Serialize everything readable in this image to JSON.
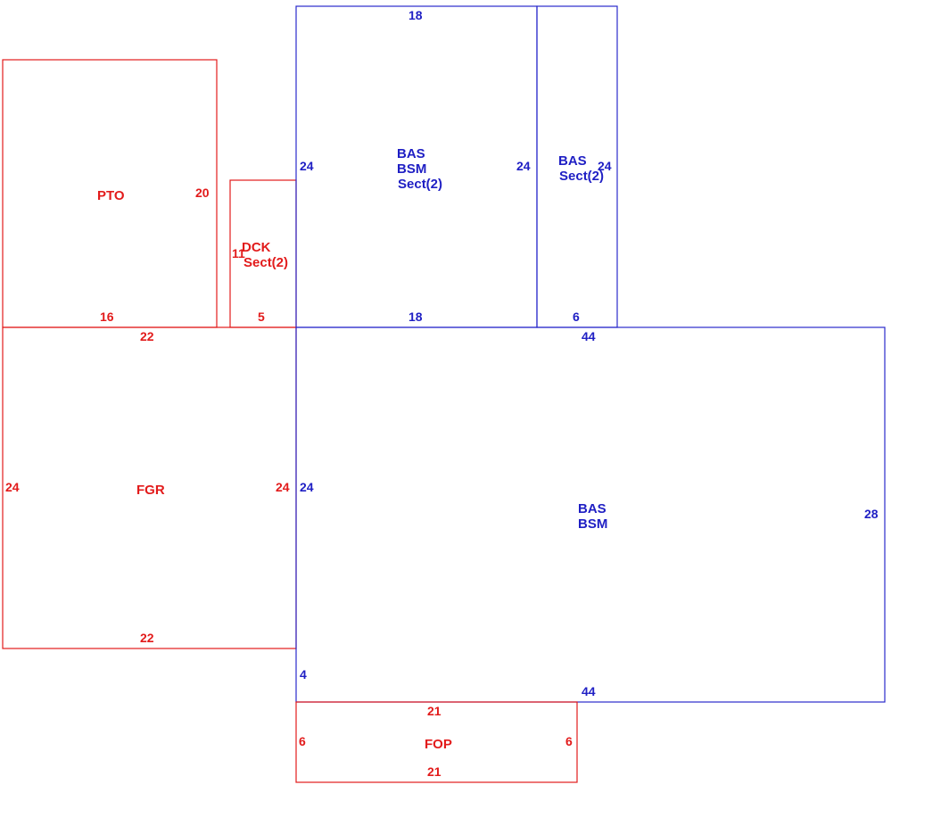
{
  "colors": {
    "red": "#e21b1b",
    "blue": "#1f1fc4"
  },
  "areas": {
    "pto": {
      "name": "PTO",
      "dims": {
        "right": "20",
        "bottom": "16"
      }
    },
    "dck": {
      "name": "DCK",
      "sect": "Sect(2)",
      "dims": {
        "left": "11",
        "bottom": "5"
      }
    },
    "bas_bsm_sect2": {
      "line1": "BAS",
      "line2": "BSM",
      "sect": "Sect(2)",
      "dims": {
        "top": "18",
        "left": "24",
        "right": "24",
        "bottom": "18"
      }
    },
    "bas_sect2": {
      "line1": "BAS",
      "sect": "Sect(2)",
      "dims": {
        "right": "24",
        "bottom": "6"
      }
    },
    "fgr": {
      "name": "FGR",
      "dims": {
        "top": "22",
        "left": "24",
        "right": "24",
        "bottom": "22"
      }
    },
    "bas_bsm_main": {
      "line1": "BAS",
      "line2": "BSM",
      "dims": {
        "top": "44",
        "left": "24",
        "right": "28",
        "left_lower": "4",
        "bottom": "44"
      }
    },
    "fop": {
      "name": "FOP",
      "dims": {
        "top": "21",
        "left": "6",
        "right": "6",
        "bottom": "21"
      }
    }
  }
}
